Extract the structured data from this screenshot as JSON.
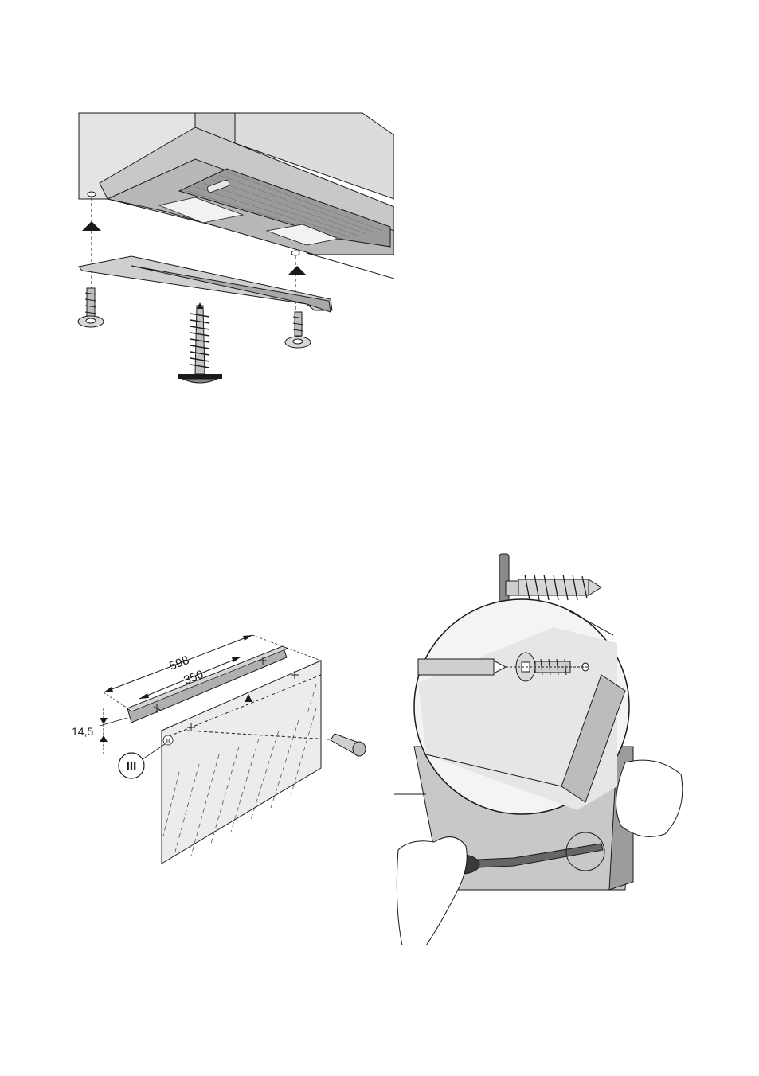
{
  "figure_top": {
    "description_items": [
      "cooker-hood-underside",
      "mounting-bracket",
      "bracket-screws",
      "large-wood-screw"
    ]
  },
  "figure_bottom_left": {
    "dim_width": "598",
    "dim_inner": "350",
    "dim_height": "14,5",
    "label_marker": "III",
    "label_small": "III"
  },
  "figure_bottom_right": {
    "items": [
      "screw-detail",
      "magnified-circle",
      "screwdriver",
      "hands"
    ]
  },
  "colors": {
    "line": "#1a1a1a",
    "panel_gray": "#d6d6d6",
    "dark_gray": "#8c8c8c",
    "light_gray": "#ececec"
  }
}
